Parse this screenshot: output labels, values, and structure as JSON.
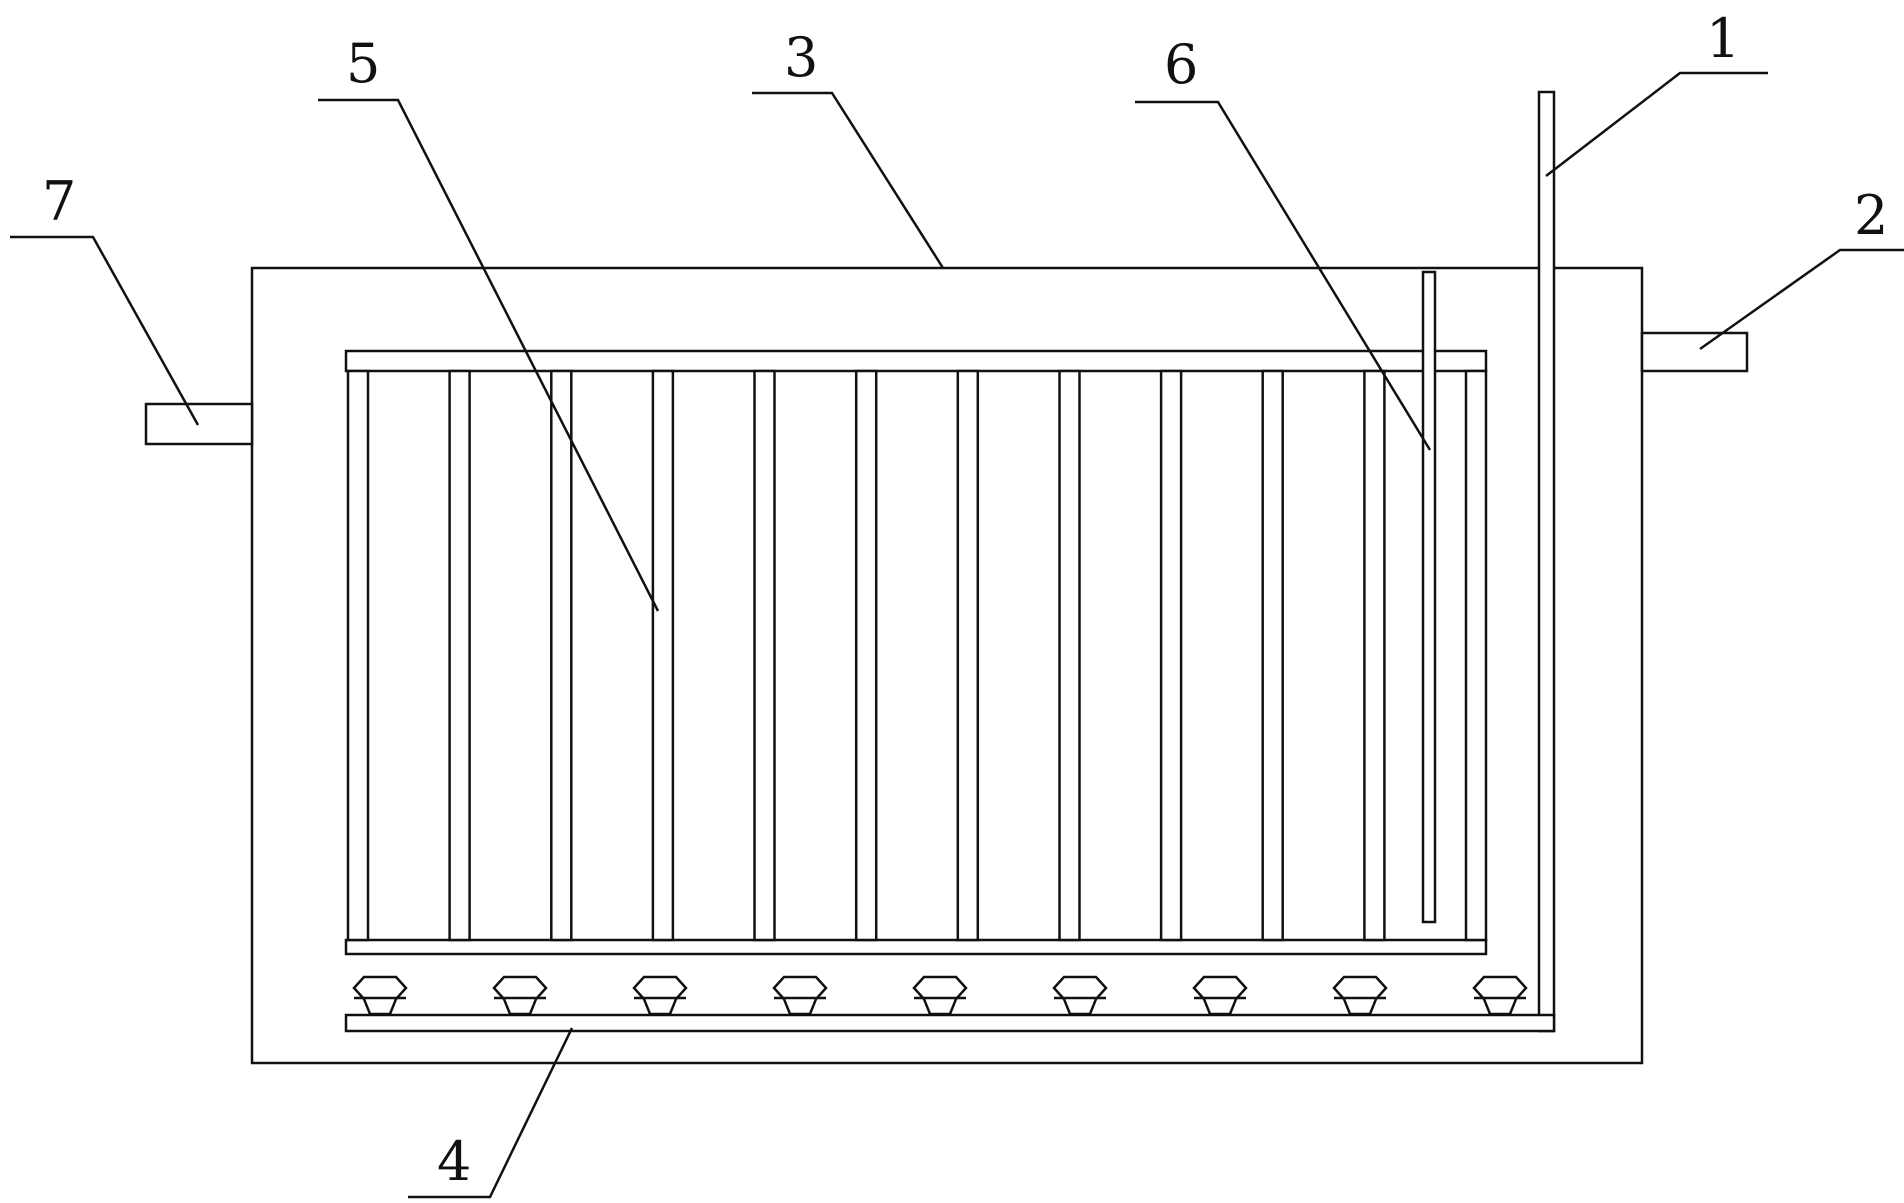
{
  "figure": {
    "labels": {
      "l1": "1",
      "l2": "2",
      "l3": "3",
      "l4": "4",
      "l5": "5",
      "l6": "6",
      "l7": "7"
    },
    "colors": {
      "line": "#111111",
      "background": "#ffffff"
    },
    "membrane_count": 12,
    "diffuser_count": 9
  }
}
